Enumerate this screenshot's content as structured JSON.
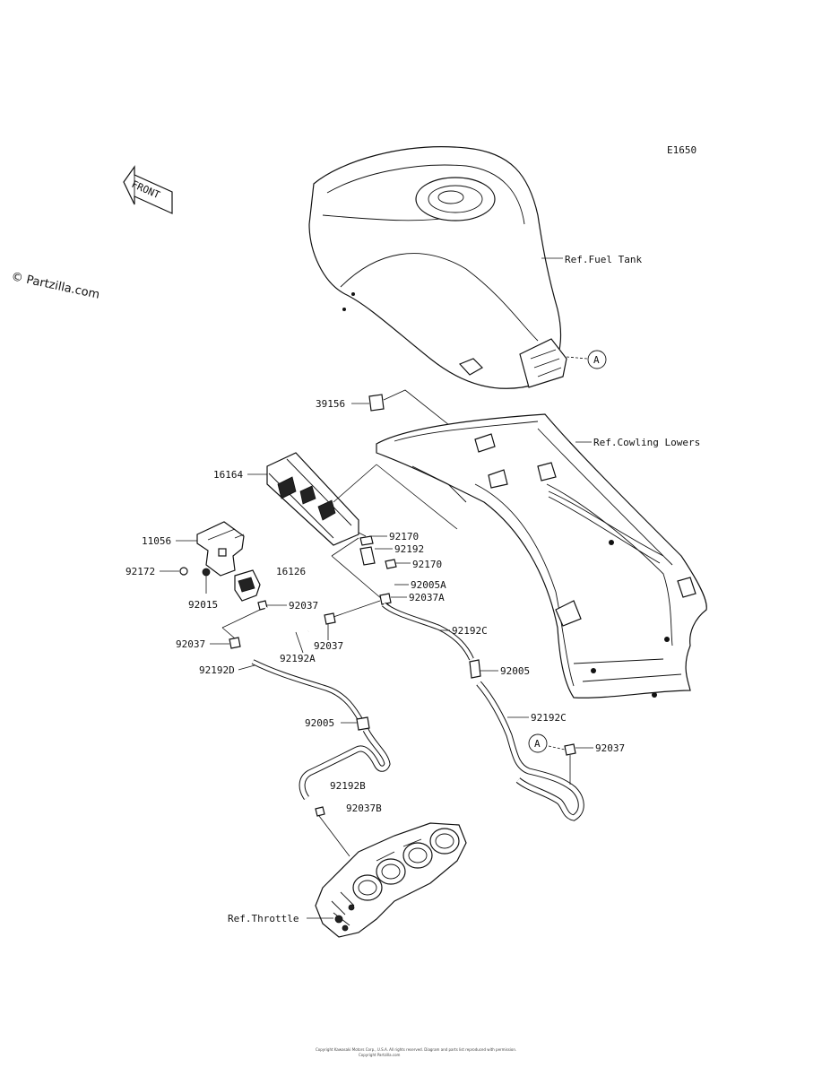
{
  "diagram_code": "E1650",
  "watermark": "© Partzilla.com",
  "front_label": "FRONT",
  "callout_ref": "A",
  "labels": {
    "ref_fuel_tank": "Ref.Fuel Tank",
    "ref_cowling_lowers": "Ref.Cowling Lowers",
    "ref_throttle": "Ref.Throttle",
    "p39156": "39156",
    "p16164": "16164",
    "p11056": "11056",
    "p92172": "92172",
    "p92015": "92015",
    "p16126": "16126",
    "p92170_top": "92170",
    "p92192": "92192",
    "p92170_mid": "92170",
    "p92005A": "92005A",
    "p92037A": "92037A",
    "p92037_a": "92037",
    "p92037_b": "92037",
    "p92037_c": "92037",
    "p92037_d": "92037",
    "p92192A": "92192A",
    "p92192D": "92192D",
    "p92192C_a": "92192C",
    "p92192C_b": "92192C",
    "p92005_a": "92005",
    "p92005_b": "92005",
    "p92192B": "92192B",
    "p92037B": "92037B"
  },
  "caption": {
    "line1": "Copyright Kawasaki Motors Corp., U.S.A. All rights reserved. Diagram and parts list reproduced with permission.",
    "line2": "Copyright Partzilla.com"
  }
}
